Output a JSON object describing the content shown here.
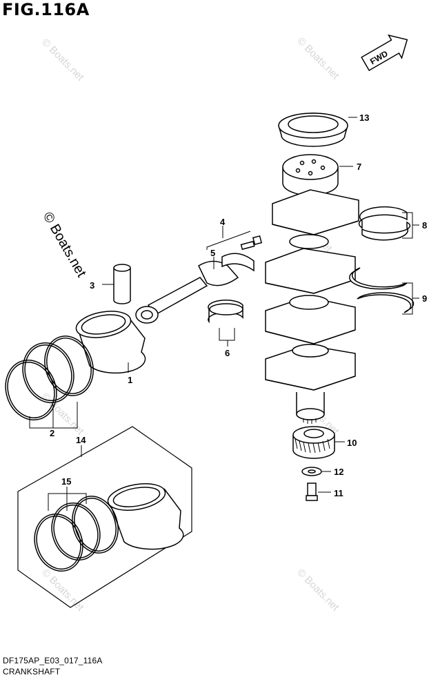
{
  "figure_title": "FIG.116A",
  "fwd_label": "FWD",
  "footer": {
    "code": "DF175AP_E03_017_116A",
    "name": "CRANKSHAFT"
  },
  "watermark": "© Boats.net",
  "callouts": {
    "c1": "1",
    "c2": "2",
    "c3": "3",
    "c4": "4",
    "c5": "5",
    "c6": "6",
    "c7": "7",
    "c8": "8",
    "c9": "9",
    "c10": "10",
    "c11": "11",
    "c12": "12",
    "c13": "13",
    "c14": "14",
    "c15": "15"
  }
}
